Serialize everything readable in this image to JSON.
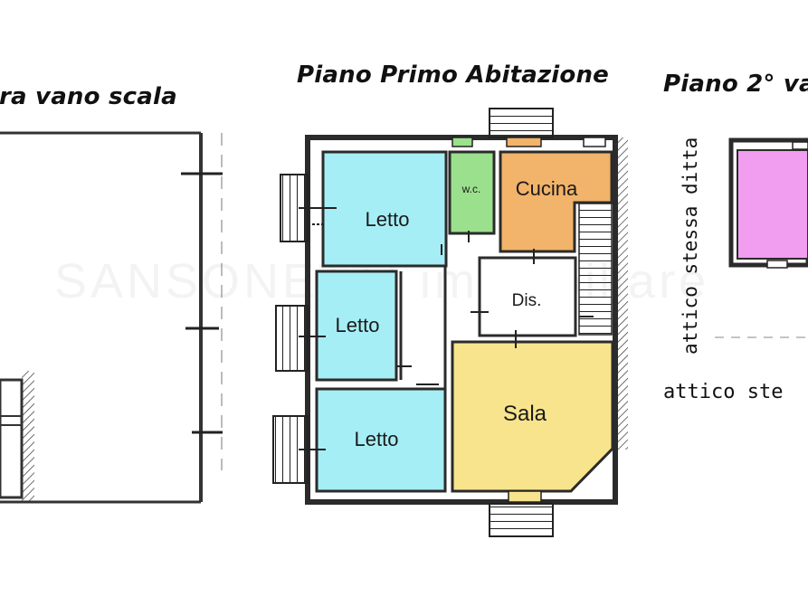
{
  "titles": {
    "left": "rra vano scala",
    "middle": "Piano Primo Abitazione",
    "right": "Piano 2° va"
  },
  "rooms": {
    "letto_top": "Letto",
    "wc": "w.c.",
    "cucina": "Cucina",
    "letto_mid": "Letto",
    "dis": "Dis.",
    "letto_bottom": "Letto",
    "sala": "Sala"
  },
  "annotations": {
    "attic_vertical": "attico stessa ditta",
    "attic_horizontal": "attico ste"
  },
  "watermark": "SANSONETTI immobiliare",
  "colors": {
    "bedroom": "#a6eef5",
    "wc": "#9be08c",
    "kitchen": "#f2b36a",
    "living": "#f8e48d",
    "hall": "#ffffff",
    "attic_room": "#f19df0",
    "wall": "#2b2b2b"
  }
}
